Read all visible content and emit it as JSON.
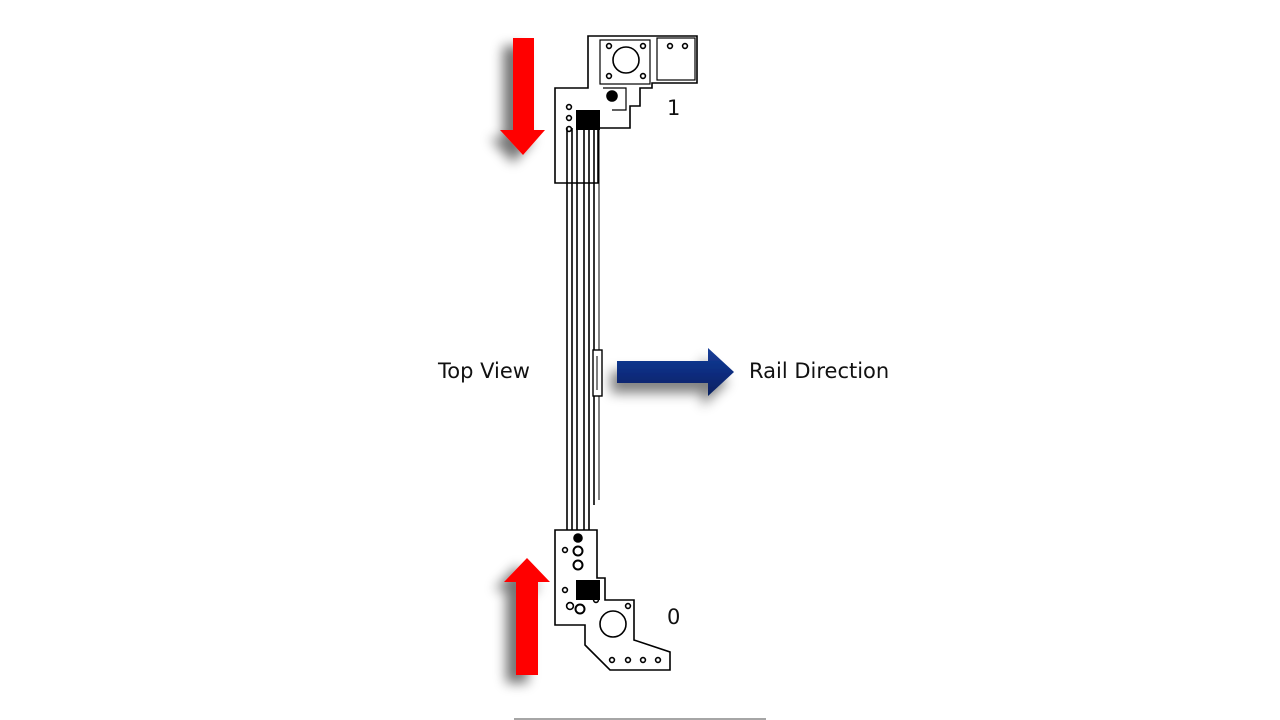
{
  "labels": {
    "top_view": "Top View",
    "rail_direction": "Rail Direction",
    "end_top": "1",
    "end_bottom": "0"
  },
  "colors": {
    "arrow_red": "#ff0000",
    "arrow_blue": "#0a2d80",
    "line": "#000000",
    "background": "#ffffff"
  },
  "icons": {
    "top_arrow": "red-arrow-down-icon",
    "bottom_arrow": "red-arrow-up-icon",
    "direction_arrow": "blue-arrow-right-icon"
  }
}
